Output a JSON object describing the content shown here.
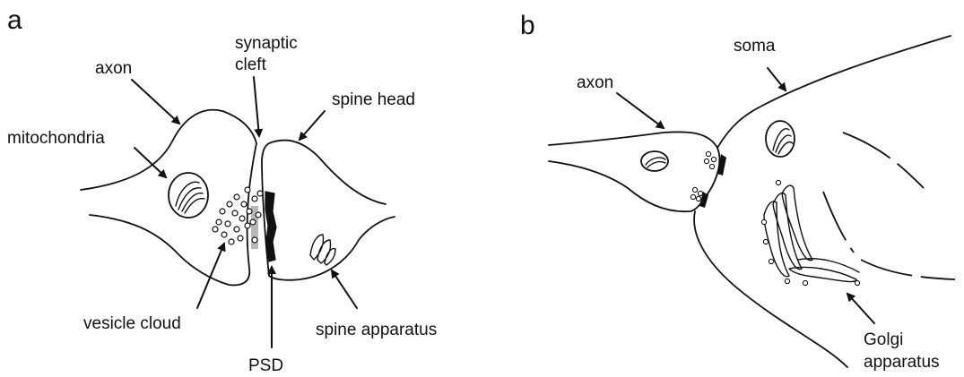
{
  "panels": {
    "a": {
      "letter": "a",
      "labels": {
        "axon": "axon",
        "synaptic_cleft_1": "synaptic",
        "synaptic_cleft_2": "cleft",
        "spine_head": "spine head",
        "mitochondria": "mitochondria",
        "vesicle_cloud": "vesicle cloud",
        "psd": "PSD",
        "spine_apparatus": "spine apparatus"
      }
    },
    "b": {
      "letter": "b",
      "labels": {
        "axon": "axon",
        "soma": "soma",
        "golgi_1": "Golgi",
        "golgi_2": "apparatus"
      }
    }
  }
}
